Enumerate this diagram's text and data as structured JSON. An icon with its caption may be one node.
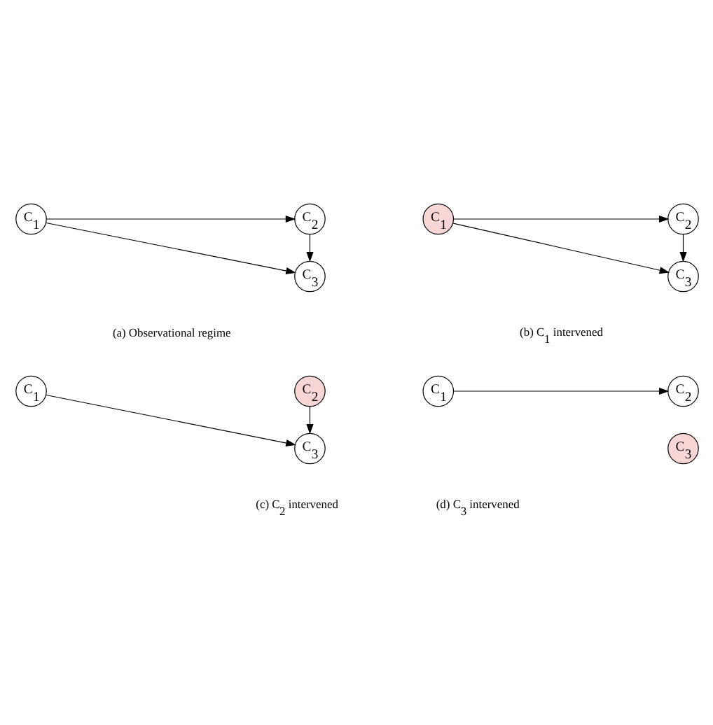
{
  "diagram": {
    "nodes": [
      {
        "text": [
          "C$_{1}$"
        ]
      },
      {
        "text": [
          "C$_{2}$"
        ]
      },
      {
        "text": [
          "C$_{3}$"
        ]
      },
      {
        "text": [
          "C$_{1}$"
        ]
      },
      {
        "text": [
          "C$_{2}$"
        ]
      },
      {
        "text": [
          "C$_{3}$"
        ]
      },
      {
        "text": [
          "C$_{1}$"
        ]
      },
      {
        "text": [
          "C$_{2}$"
        ]
      },
      {
        "text": [
          "C$_{3}$"
        ]
      },
      {
        "text": [
          "C$_{1}$"
        ]
      },
      {
        "text": [
          "C$_{2}$"
        ]
      },
      {
        "text": [
          "C$_{3}$"
        ]
      }
    ],
    "edges": [
      {
        "from": 0,
        "to": 1,
        "arrow": "to"
      },
      {
        "from": 0,
        "to": 2,
        "arrow": "to"
      },
      {
        "from": 1,
        "to": 2,
        "arrow": "to"
      },
      {
        "from": 6,
        "to": 7,
        "arrow": "to"
      },
      {
        "from": 6,
        "to": 8,
        "arrow": "to"
      },
      {
        "from": 7,
        "to": 8,
        "arrow": "to"
      },
      {
        "from": 3,
        "to": 5,
        "arrow": "to"
      },
      {
        "from": 4,
        "to": 5,
        "arrow": "to"
      },
      {
        "from": 9,
        "to": 10,
        "arrow": "to"
      }
    ],
    "labels": [
      "(a) Observational regime",
      "(b) C$_{1}$ intervened",
      "(c) C$_{2}$ intervened",
      "(d) C$_{3}$ intervened"
    ]
  }
}
